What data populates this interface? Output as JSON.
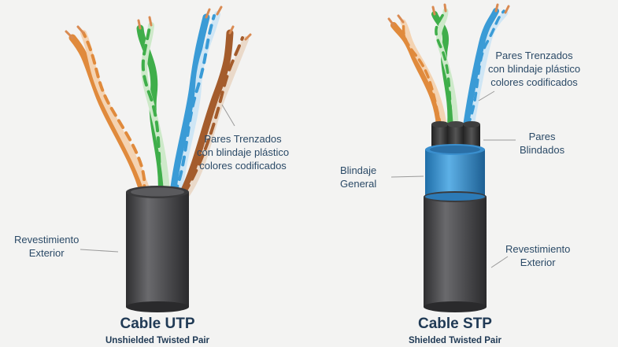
{
  "utp": {
    "title": "Cable UTP",
    "subtitle": "Unshielded Twisted Pair",
    "pairs_label": [
      "Pares Trenzados",
      "con blindaje plástico",
      "colores codificados"
    ],
    "jacket_label": [
      "Revestimiento",
      "Exterior"
    ]
  },
  "stp": {
    "title": "Cable STP",
    "subtitle": "Shielded Twisted Pair",
    "pairs_label": [
      "Pares Trenzados",
      "con blindaje plástico",
      "colores codificados"
    ],
    "shielded_pairs_label": [
      "Pares",
      "Blindados"
    ],
    "shield_label": [
      "Blindaje",
      "General"
    ],
    "jacket_label": [
      "Revestimiento",
      "Exterior"
    ]
  },
  "colors": {
    "background": "#f3f3f2",
    "label_text": "#2b4a67",
    "title_text": "#203a55",
    "jacket": "#4b4b4d",
    "shield": "#3a8fce",
    "orange_wire": "#e08a3c",
    "green_wire": "#3fae4a",
    "blue_wire": "#3a9bd6",
    "brown_wire": "#a45c2c",
    "copper": "#d98a52"
  }
}
